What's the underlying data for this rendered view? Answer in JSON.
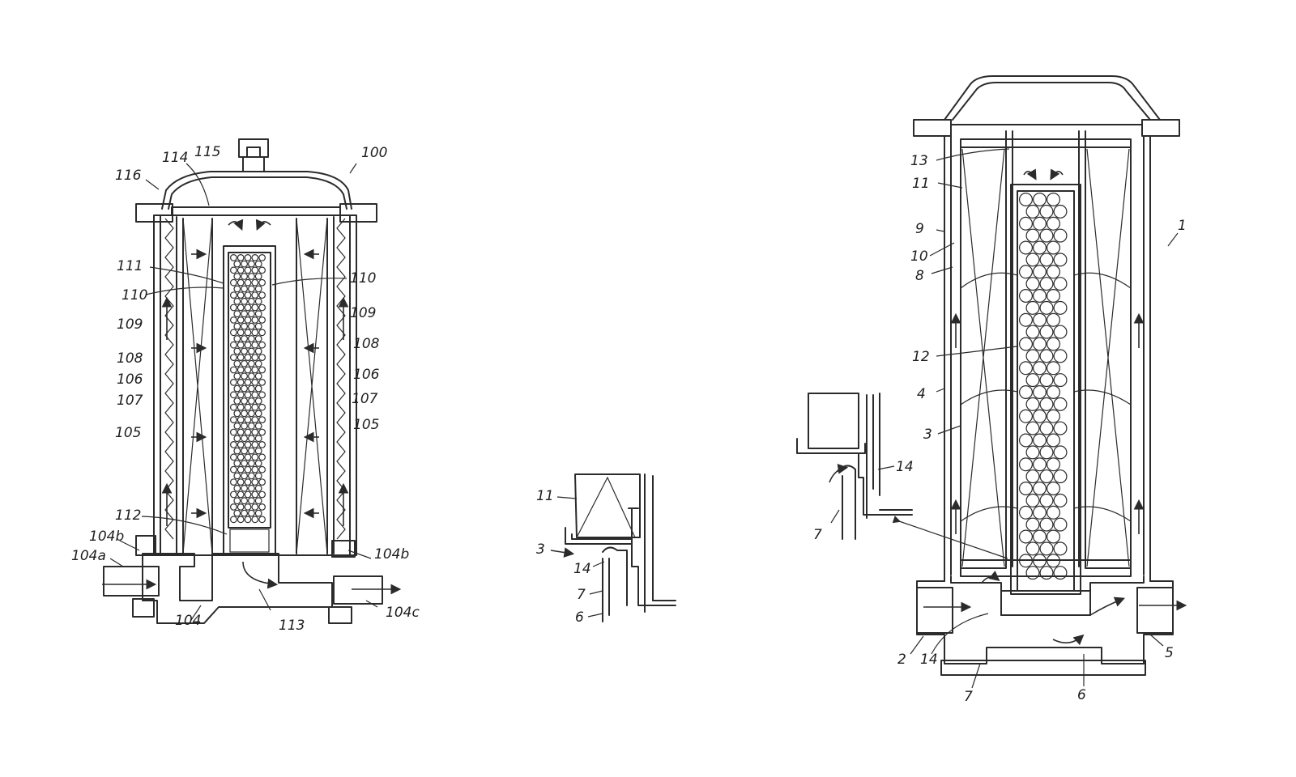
{
  "figure_left": {
    "labels": [
      "100",
      "114",
      "115",
      "116",
      "111",
      "110",
      "110",
      "109",
      "109",
      "108",
      "108",
      "106",
      "106",
      "107",
      "107",
      "105",
      "105",
      "112",
      "104b",
      "104b",
      "104a",
      "104",
      "113",
      "104c"
    ]
  },
  "figure_middle": {
    "labels": [
      "11",
      "3",
      "14",
      "7",
      "6"
    ]
  },
  "figure_inset": {
    "labels": [
      "14",
      "7"
    ]
  },
  "figure_right": {
    "labels": [
      "1",
      "13",
      "11",
      "9",
      "10",
      "8",
      "12",
      "4",
      "3",
      "2",
      "14",
      "7",
      "6",
      "5"
    ]
  },
  "colors": {
    "ink": "#2b2b2b",
    "paper": "#ffffff"
  }
}
